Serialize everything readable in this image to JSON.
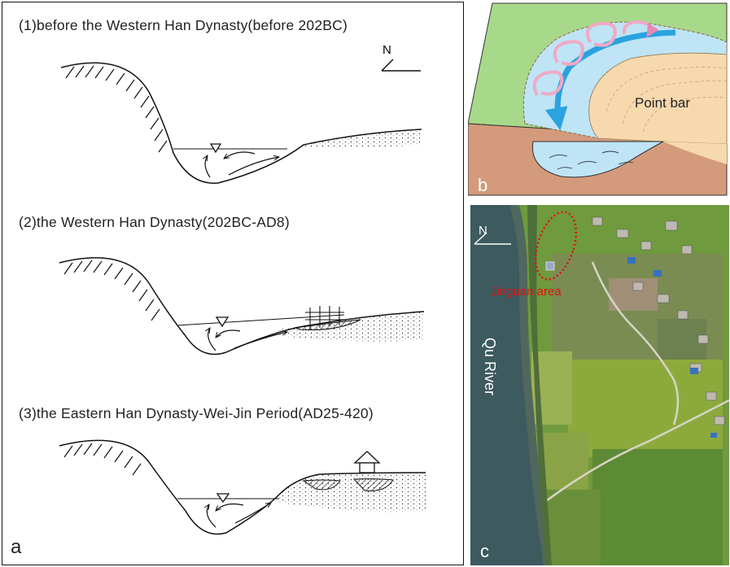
{
  "panel_a": {
    "letter": "a",
    "north": "N",
    "stages": [
      {
        "label": "(1)before the Western Han Dynasty(before 202BC)"
      },
      {
        "label": "(2)the Western Han Dynasty(202BC-AD8)"
      },
      {
        "label": "(3)the Eastern Han Dynasty-Wei-Jin Period(AD25-420)"
      }
    ]
  },
  "panel_b": {
    "letter": "b",
    "point_bar": "Point bar",
    "colors": {
      "land": "#a8d98a",
      "water": "#bfe4f5",
      "bar": "#f7d9ae",
      "bank": "#d49a7c",
      "flow": "#2aa3e0",
      "spiral": "#f0a9c4"
    }
  },
  "panel_c": {
    "letter": "c",
    "north": "N",
    "area": "Jinguan area",
    "river": "Qu River",
    "colors": {
      "area": "#e01010",
      "river_water": "#3d5a5e",
      "fields": "#7ea348"
    }
  }
}
